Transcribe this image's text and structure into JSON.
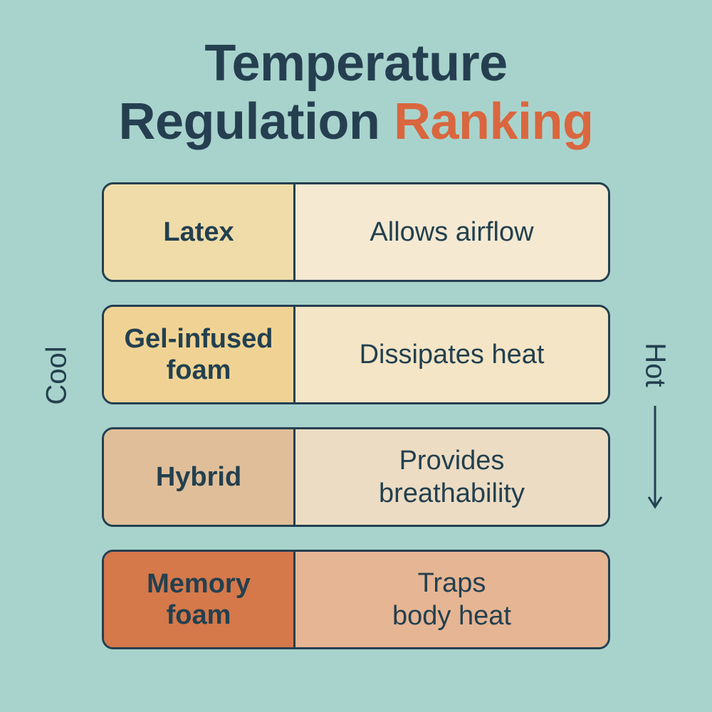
{
  "title": {
    "line1": "Temperature",
    "line2_main": "Regulation",
    "line2_accent": "Ranking"
  },
  "scale": {
    "cool_label": "Cool",
    "hot_label": "Hot",
    "arrow_icon": "arrow-down-icon"
  },
  "rows": [
    {
      "material": "Latex",
      "description": "Allows airflow",
      "material_color": "#efdca9",
      "description_color": "#f5e9d2"
    },
    {
      "material": "Gel-infused\nfoam",
      "description": "Dissipates heat",
      "material_color": "#f0d394",
      "description_color": "#f3e5c6"
    },
    {
      "material": "Hybrid",
      "description": "Provides\nbreathability",
      "material_color": "#e0be99",
      "description_color": "#ecdcc3"
    },
    {
      "material": "Memory\nfoam",
      "description": "Traps\nbody heat",
      "material_color": "#d5784a",
      "description_color": "#e6b593"
    }
  ],
  "colors": {
    "background": "#a8d3cd",
    "text": "#253f50",
    "accent": "#d9663e"
  }
}
